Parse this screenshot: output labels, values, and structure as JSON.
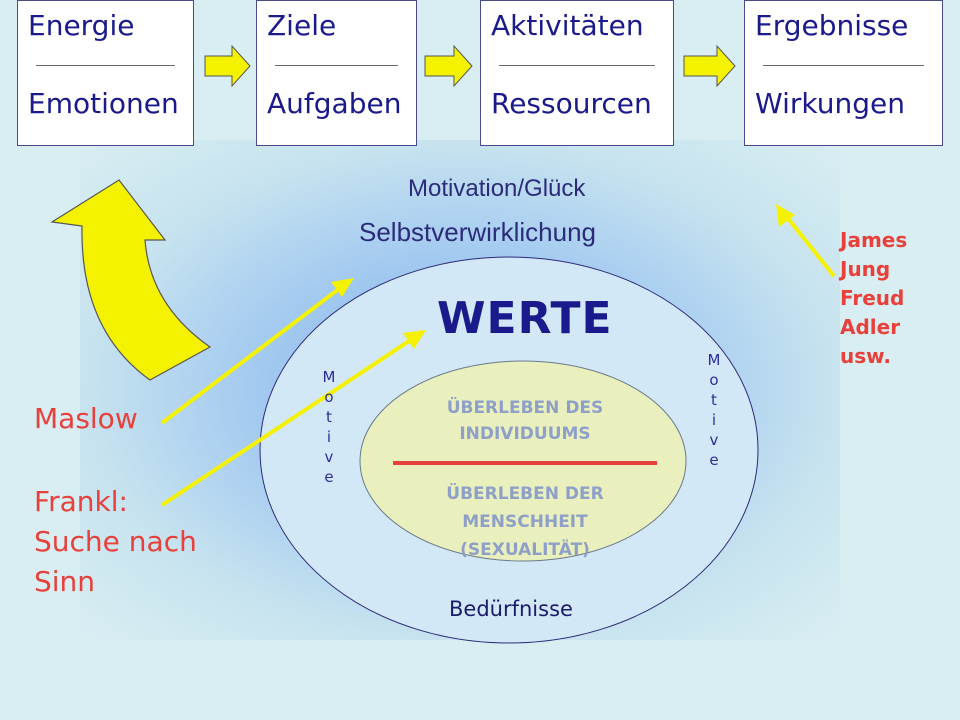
{
  "boxes": [
    {
      "top": "Energie",
      "bottom": "Emotionen"
    },
    {
      "top": "Ziele",
      "bottom": "Aufgaben"
    },
    {
      "top": "Aktivitäten",
      "bottom": "Ressourcen"
    },
    {
      "top": "Ergebnisse",
      "bottom": "Wirkungen"
    }
  ],
  "motivation": "Motivation/Glück",
  "selbst": "Selbstverwirklichung",
  "werte": "WERTE",
  "inner": {
    "line1": "ÜBERLEBEN DES",
    "line2": "INDIVIDUUMS",
    "line3": "ÜBERLEBEN DER",
    "line4": "MENSCHHEIT",
    "line5": "(SEXUALITÄT)"
  },
  "motive_letters": [
    "M",
    "o",
    "t",
    "i",
    "v",
    "e"
  ],
  "beduerfnisse": "Bedürfnisse",
  "names": [
    "James",
    "Jung",
    "Freud",
    "Adler",
    "usw."
  ],
  "left": {
    "maslow": "Maslow",
    "frankl1": "Frankl:",
    "frankl2": "Suche nach",
    "frankl3": "Sinn"
  },
  "colors": {
    "box_text": "#1a1a8c",
    "accent_red": "#e8403a",
    "arrow_yellow": "#f5f200",
    "inner_circle": "#eaf0bd",
    "outer_circle": "#d3e8f7"
  }
}
